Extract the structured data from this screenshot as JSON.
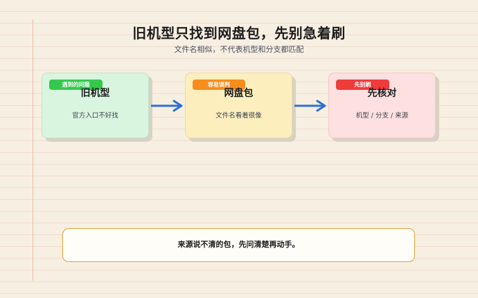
{
  "header": {
    "title": "旧机型只找到网盘包，先别急着刷",
    "subtitle": "文件名相似，不代表机型和分支都匹配"
  },
  "steps": [
    {
      "tag": "遇到的问题",
      "title": "旧机型",
      "desc": "官方入口不好找",
      "tag_color": "#34c94d",
      "card_color": "#d9f5df"
    },
    {
      "tag": "容易误判",
      "title": "网盘包",
      "desc": "文件名看着很像",
      "tag_color": "#f78d1d",
      "card_color": "#fdefbd"
    },
    {
      "tag": "先别刷",
      "title": "先核对",
      "desc": "机型 / 分支 / 来源",
      "tag_color": "#f03b3b",
      "card_color": "#fde0df"
    }
  ],
  "arrow_color": "#2f6fd0",
  "note": {
    "text": "来源说不清的包，先问清楚再动手。",
    "border_color": "#e0a33a"
  }
}
